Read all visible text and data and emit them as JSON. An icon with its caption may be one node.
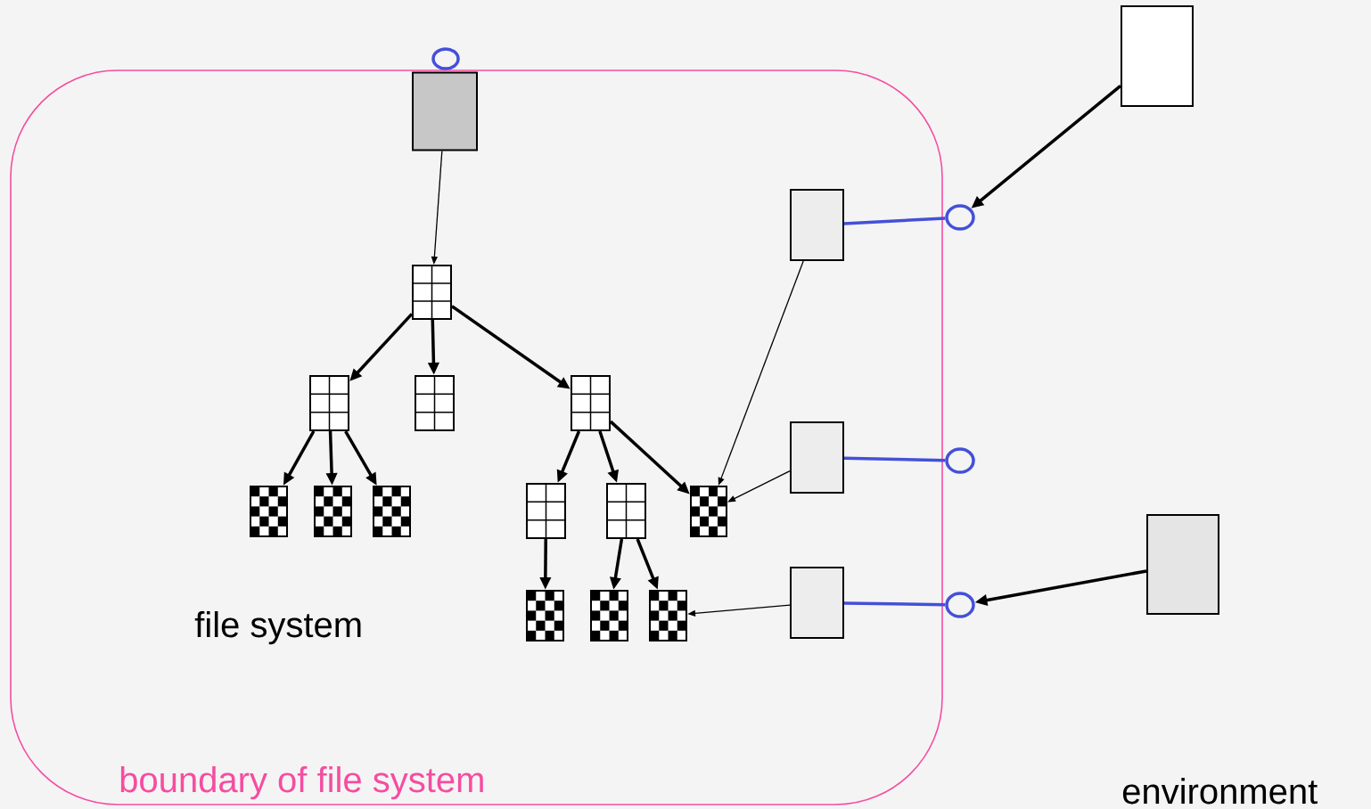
{
  "diagram": {
    "nodes": [
      {
        "text": [
          "boundary of file system"
        ]
      },
      {
        "text": [],
        "shape": "box",
        "in": 0
      },
      {
        "text": [],
        "shape": "circle"
      },
      {
        "text": [],
        "shape": "box",
        "in": 0
      },
      {
        "text": [],
        "shape": "box",
        "in": 0
      },
      {
        "text": [],
        "shape": "box",
        "in": 0
      },
      {
        "text": [],
        "shape": "box",
        "in": 0
      },
      {
        "text": [],
        "shape": "box",
        "in": 0
      },
      {
        "text": [],
        "shape": "box",
        "in": 0
      },
      {
        "text": [],
        "shape": "box",
        "in": 0
      },
      {
        "text": [],
        "shape": "box",
        "in": 0
      },
      {
        "text": [],
        "shape": "box",
        "in": 0
      },
      {
        "text": [],
        "shape": "box",
        "in": 0
      },
      {
        "text": [],
        "shape": "box",
        "in": 0
      },
      {
        "text": [],
        "shape": "box",
        "in": 0
      },
      {
        "text": [],
        "shape": "box",
        "in": 0
      },
      {
        "text": [],
        "shape": "box",
        "in": 0
      },
      {
        "text": [],
        "shape": "box",
        "in": 0
      },
      {
        "text": [],
        "shape": "box",
        "in": 0
      },
      {
        "text": [],
        "shape": "circle"
      },
      {
        "text": [],
        "shape": "circle"
      },
      {
        "text": [],
        "shape": "circle"
      },
      {
        "text": [],
        "shape": "box"
      },
      {
        "text": [],
        "shape": "box"
      }
    ],
    "edges": [
      {
        "from": 1,
        "to": 3,
        "arrow": "to"
      },
      {
        "from": 3,
        "to": 4,
        "arrow": "to"
      },
      {
        "from": 3,
        "to": 5,
        "arrow": "to"
      },
      {
        "from": 3,
        "to": 6,
        "arrow": "to"
      },
      {
        "from": 4,
        "to": 7,
        "arrow": "to"
      },
      {
        "from": 4,
        "to": 8,
        "arrow": "to"
      },
      {
        "from": 4,
        "to": 9,
        "arrow": "to"
      },
      {
        "from": 6,
        "to": 10,
        "arrow": "to"
      },
      {
        "from": 6,
        "to": 11,
        "arrow": "to"
      },
      {
        "from": 6,
        "to": 12,
        "arrow": "to"
      },
      {
        "from": 10,
        "to": 13,
        "arrow": "to"
      },
      {
        "from": 11,
        "to": 14,
        "arrow": "to"
      },
      {
        "from": 11,
        "to": 15,
        "arrow": "to"
      },
      {
        "from": 16,
        "to": 12,
        "arrow": "to"
      },
      {
        "from": 17,
        "to": 12,
        "arrow": "to"
      },
      {
        "from": 18,
        "to": 15,
        "arrow": "to"
      },
      {
        "from": 16,
        "to": 19,
        "arrow": "none",
        "color": "#4450d8"
      },
      {
        "from": 17,
        "to": 20,
        "arrow": "none",
        "color": "#4450d8"
      },
      {
        "from": 18,
        "to": 21,
        "arrow": "none",
        "color": "#4450d8"
      },
      {
        "from": 22,
        "to": 19,
        "arrow": "to"
      },
      {
        "from": 23,
        "to": 21,
        "arrow": "to"
      }
    ],
    "labels": [
      "file system",
      "environment"
    ]
  }
}
